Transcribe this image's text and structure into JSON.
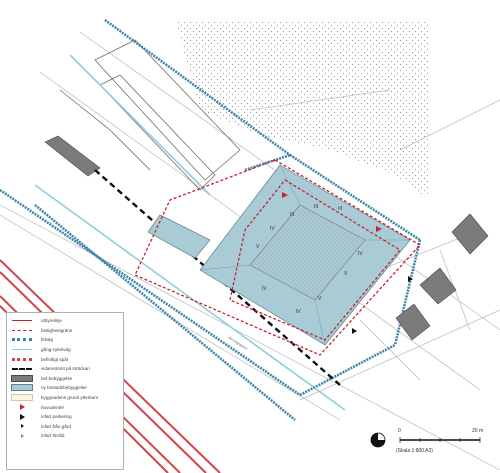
{
  "legend": {
    "items": [
      {
        "label": "utbyrelinje",
        "swatch": "thin-red-line"
      },
      {
        "label": "fastighetsgräns",
        "swatch": "red-dashed-line"
      },
      {
        "label": "bilväg",
        "swatch": "blue-striped-line"
      },
      {
        "label": "gång-cykelväg",
        "swatch": "cyan-line"
      },
      {
        "label": "befintligt spår",
        "swatch": "red-hatched-line"
      },
      {
        "label": "vidarestomt på sträckan",
        "swatch": "black-dashed-line"
      },
      {
        "label": "bef.bebyggelse",
        "swatch": "dark-gray-box"
      },
      {
        "label": "ny bostadsbebyggelse",
        "swatch": "light-blue-box"
      },
      {
        "label": "byggnadens grund ytterkant",
        "swatch": "pale-box"
      },
      {
        "label": "huvudentré",
        "swatch": "red-triangle"
      },
      {
        "label": "infart parkering",
        "swatch": "black-triangle"
      },
      {
        "label": "infart från gård",
        "swatch": "small-black-triangle"
      },
      {
        "label": "infart förråd",
        "swatch": "small-gray-triangle"
      }
    ]
  },
  "scale": {
    "zero": "0",
    "max": "20 m",
    "caption": "(Skala 1:800 A3)"
  },
  "buildings": {
    "labels": [
      "III",
      "III",
      "III",
      "IV",
      "V",
      "IV",
      "V",
      "IV",
      "IV",
      "V"
    ]
  },
  "road_label": "Järnvägsgatan",
  "colors": {
    "road_blue": "#3f87a8",
    "property_red": "#c0282e",
    "new_building": "#a9cbd6",
    "existing_building": "#7b7b7b",
    "rail_red": "#d0454a",
    "cycle_cyan": "#8ccfd6"
  }
}
